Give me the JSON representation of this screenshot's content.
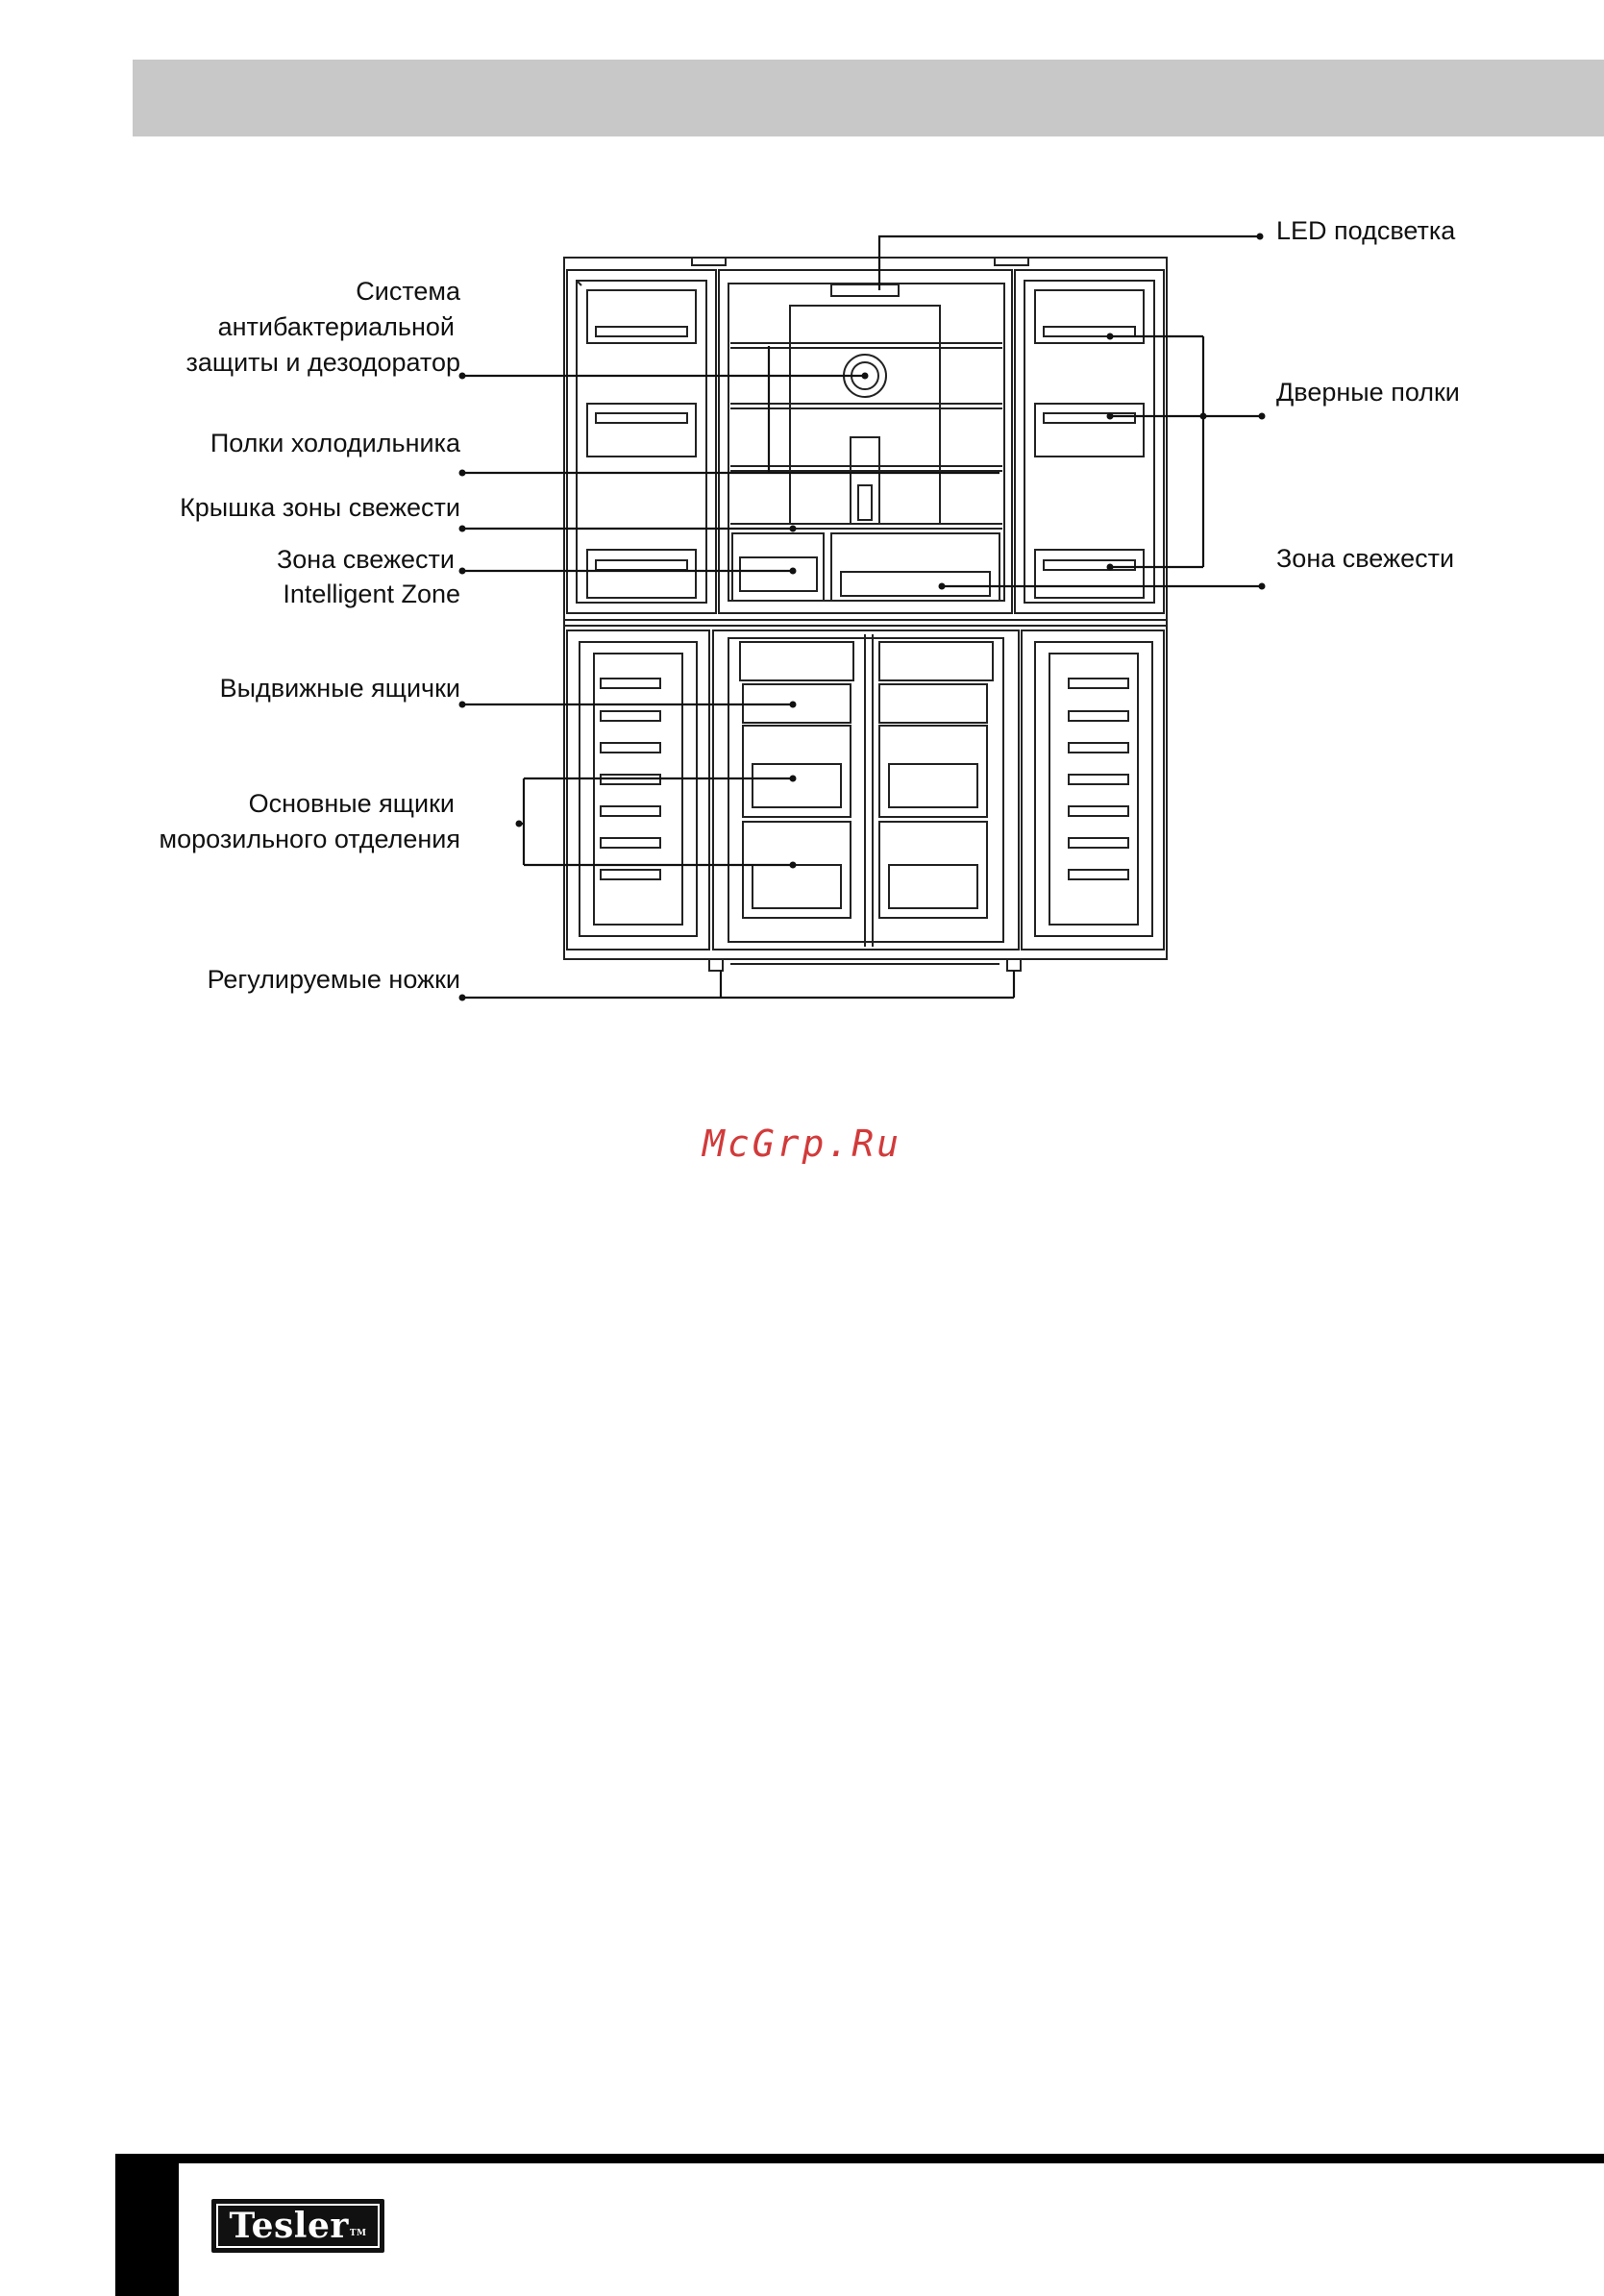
{
  "header": {
    "title": ""
  },
  "labels": {
    "led": "LED подсветка",
    "system_line1": "Система",
    "system_line2": "антибактериальной",
    "system_line3": "защиты и дезодоратор",
    "fridge_shelves": "Полки холодильника",
    "fresh_zone_cover": "Крышка зоны свежести",
    "fresh_zone_left_line1": "Зона свежести",
    "fresh_zone_left_line2": "Intelligent Zone",
    "door_shelves": "Дверные полки",
    "fresh_zone_right": "Зона свежести",
    "drawers": "Выдвижные ящички",
    "freezer_drawers_line1": "Основные ящики",
    "freezer_drawers_line2": "морозильного отделения",
    "feet": "Регулируемые ножки"
  },
  "watermark": "McGrp.Ru",
  "logo": {
    "text": "Tesler",
    "tm": "TM"
  },
  "colors": {
    "header_bar": "#c8c8c8",
    "watermark": "#d23a3a",
    "line": "#111111"
  }
}
